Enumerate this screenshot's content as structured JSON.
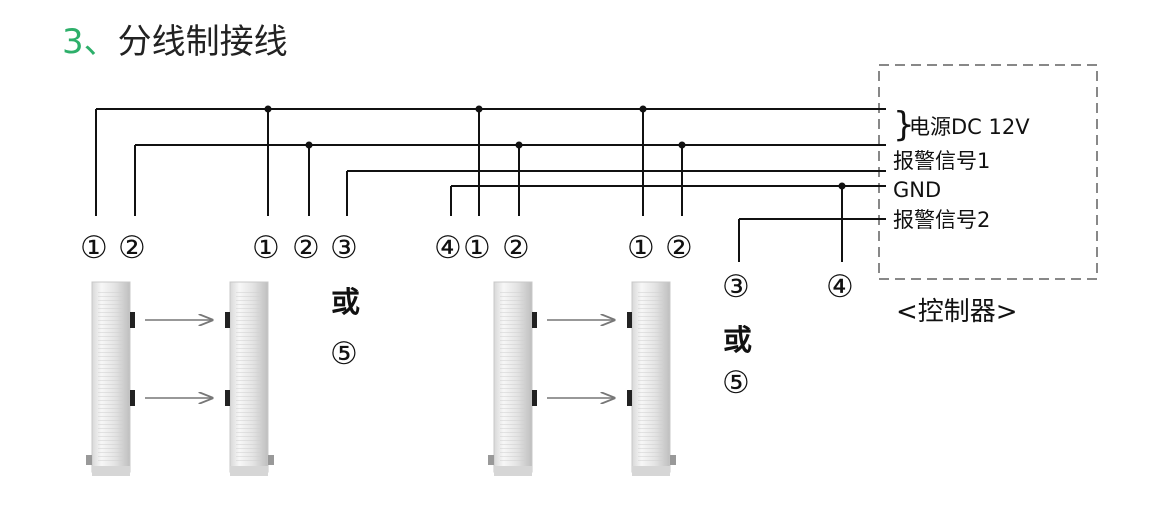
{
  "title": {
    "number": "3、",
    "text": "分线制接线"
  },
  "wire_labels": {
    "power": "电源DC 12V",
    "alarm1": "报警信号1",
    "gnd": "GND",
    "alarm2": "报警信号2"
  },
  "controller_label": "<控制器>",
  "terminals": {
    "t1": "①",
    "t2": "②",
    "t3": "③",
    "t4": "④",
    "t5": "⑤",
    "or": "或",
    "brace": "}"
  },
  "colors": {
    "accent": "#2daf6a",
    "line": "#111111",
    "dash": "#888888"
  }
}
